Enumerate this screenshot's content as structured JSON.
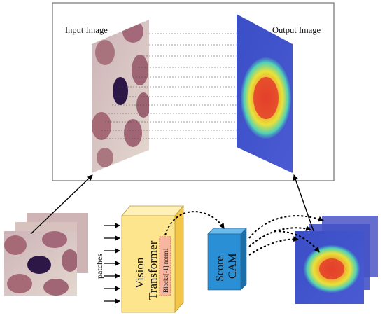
{
  "top_panel": {
    "input_label": "Input Image",
    "output_label": "Output Image"
  },
  "vit_block": {
    "title_line1": "Vision",
    "title_line2": "Transformer",
    "sub_label": "Blocks[-1].norm1"
  },
  "patches_label": "patches",
  "score_cam": {
    "line1": "Score",
    "line2": "CAM"
  },
  "colors": {
    "vit_front": "#fde58e",
    "vit_side": "#f3c64a",
    "vit_top": "#fff1b8",
    "cam_front": "#2a8fd4",
    "cam_side": "#1a6fa8",
    "cam_top": "#6cb9ea",
    "heat_bg": "#3b48c8",
    "heat_core": "#e53b2a",
    "blood_bg": "#d9c6c0",
    "blood_cell": "#a66a76",
    "nucleus": "#2c1747"
  }
}
